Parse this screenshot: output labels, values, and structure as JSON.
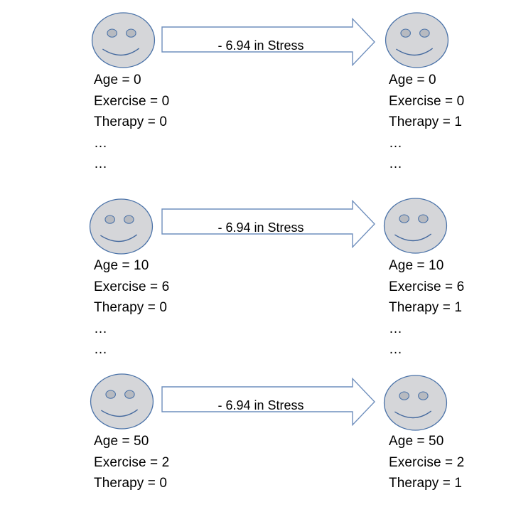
{
  "diagram": {
    "arrow_label": "- 6.94 in Stress",
    "rows": [
      {
        "before": {
          "lines": [
            "Age = 0",
            "Exercise = 0",
            "Therapy = 0",
            "…",
            "…"
          ]
        },
        "after": {
          "lines": [
            "Age = 0",
            "Exercise = 0",
            "Therapy = 1",
            "…",
            "…"
          ]
        }
      },
      {
        "before": {
          "lines": [
            "Age = 10",
            "Exercise = 6",
            "Therapy = 0",
            "…",
            "…"
          ]
        },
        "after": {
          "lines": [
            "Age = 10",
            "Exercise = 6",
            "Therapy = 1",
            "…",
            "…"
          ]
        }
      },
      {
        "before": {
          "lines": [
            "Age = 50",
            "Exercise = 2",
            "Therapy = 0"
          ]
        },
        "after": {
          "lines": [
            "Age = 50",
            "Exercise = 2",
            "Therapy = 1"
          ]
        }
      }
    ],
    "colors": {
      "face_fill": "#d5d6d9",
      "face_outline": "#4a72a8",
      "eye_fill": "#b7bac0",
      "arrow_outline": "#6f8fbd",
      "arrow_fill": "#ffffff",
      "text": "#000000",
      "background": "#ffffff"
    }
  }
}
